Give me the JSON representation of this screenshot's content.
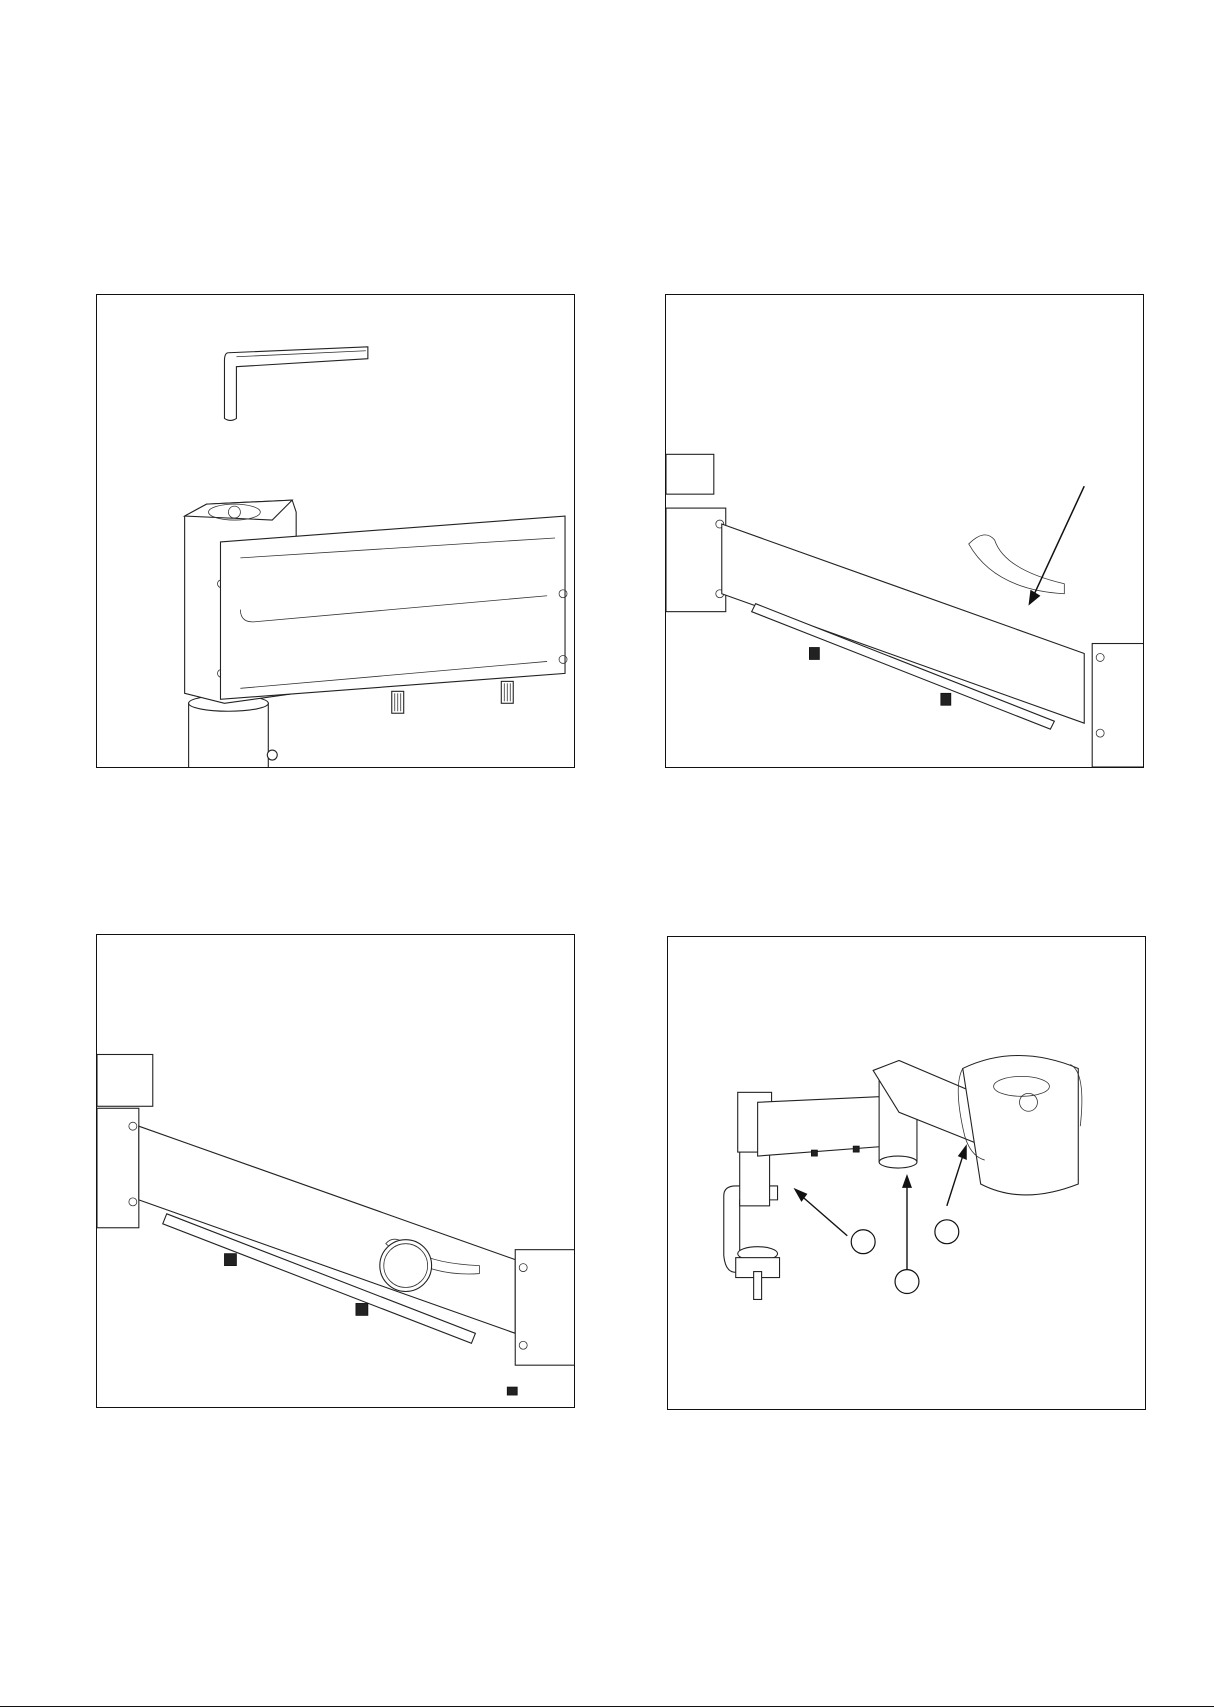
{
  "figures": [
    {
      "id": "fig-1",
      "icons": [
        "hex-key-icon",
        "arm-joint-icon"
      ]
    },
    {
      "id": "fig-2",
      "icons": [
        "pointer-arrow-icon",
        "arm-segment-icon"
      ]
    },
    {
      "id": "fig-3",
      "icons": [
        "knob-icon",
        "arm-segment-icon"
      ]
    },
    {
      "id": "fig-4",
      "icons": [
        "callout-arrow-icon",
        "arm-assembly-icon"
      ],
      "callouts": [
        "",
        "",
        ""
      ]
    }
  ]
}
